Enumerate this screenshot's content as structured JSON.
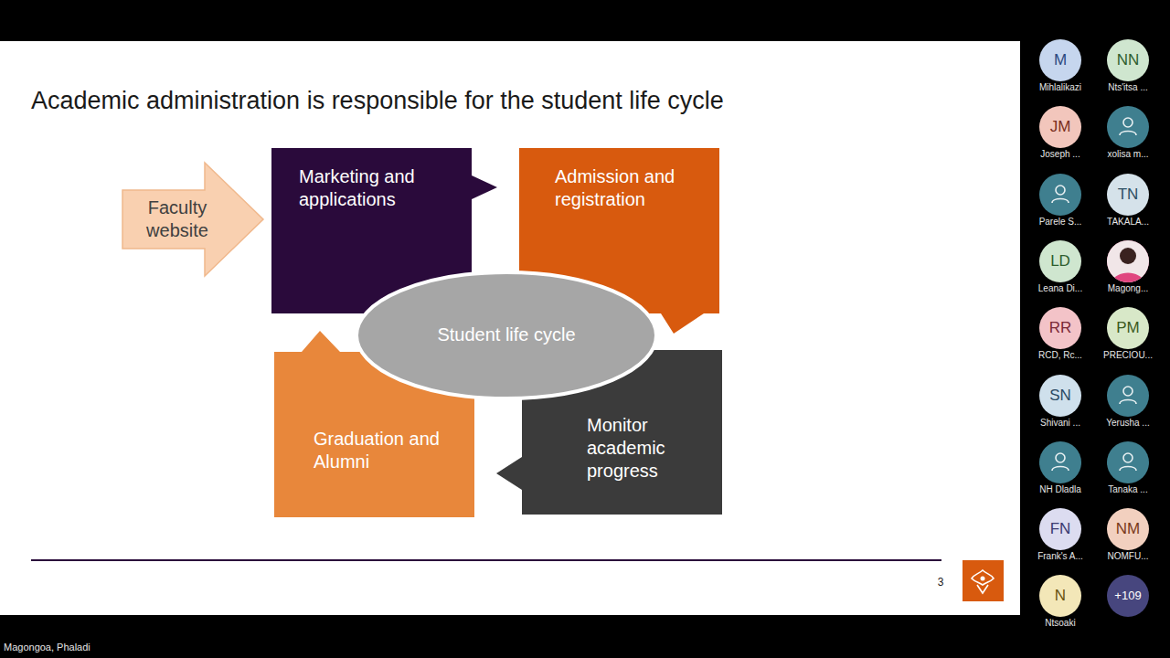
{
  "diagram": {
    "title": "Academic administration is responsible for the student life cycle",
    "nodes": [
      {
        "text": [
          "Faculty website"
        ]
      },
      {
        "text": [
          "Marketing and applications"
        ]
      },
      {
        "text": [
          "Admission and registration"
        ]
      },
      {
        "text": [
          "Student life cycle"
        ]
      },
      {
        "text": [
          "Graduation and Alumni"
        ]
      },
      {
        "text": [
          "Monitor academic progress"
        ]
      },
      {
        "text": [
          "M",
          "Mihlalikazi"
        ]
      },
      {
        "text": [
          "NN",
          "Nts'itsa ..."
        ]
      },
      {
        "text": [
          "JM",
          "Joseph ..."
        ]
      },
      {
        "text": [
          "xolisa m..."
        ]
      },
      {
        "text": [
          "Parele S..."
        ]
      },
      {
        "text": [
          "TN",
          "TAKALA..."
        ]
      },
      {
        "text": [
          "LD",
          "Leana Di..."
        ]
      },
      {
        "text": [
          "Magong..."
        ]
      },
      {
        "text": [
          "RR",
          "RCD, Rc..."
        ]
      },
      {
        "text": [
          "PM",
          "PRECIOU..."
        ]
      },
      {
        "text": [
          "SN",
          "Shivani ..."
        ]
      },
      {
        "text": [
          "Yerusha ..."
        ]
      },
      {
        "text": [
          "NH Dladla"
        ]
      },
      {
        "text": [
          "Tanaka ..."
        ]
      },
      {
        "text": [
          "FN",
          "Frank's A..."
        ]
      },
      {
        "text": [
          "NM",
          "NOMFU..."
        ]
      },
      {
        "text": [
          "N",
          "Ntsoaki"
        ]
      },
      {
        "text": [
          "+109"
        ]
      }
    ],
    "labels": [
      "3",
      "Magongoa, Phaladi"
    ]
  }
}
